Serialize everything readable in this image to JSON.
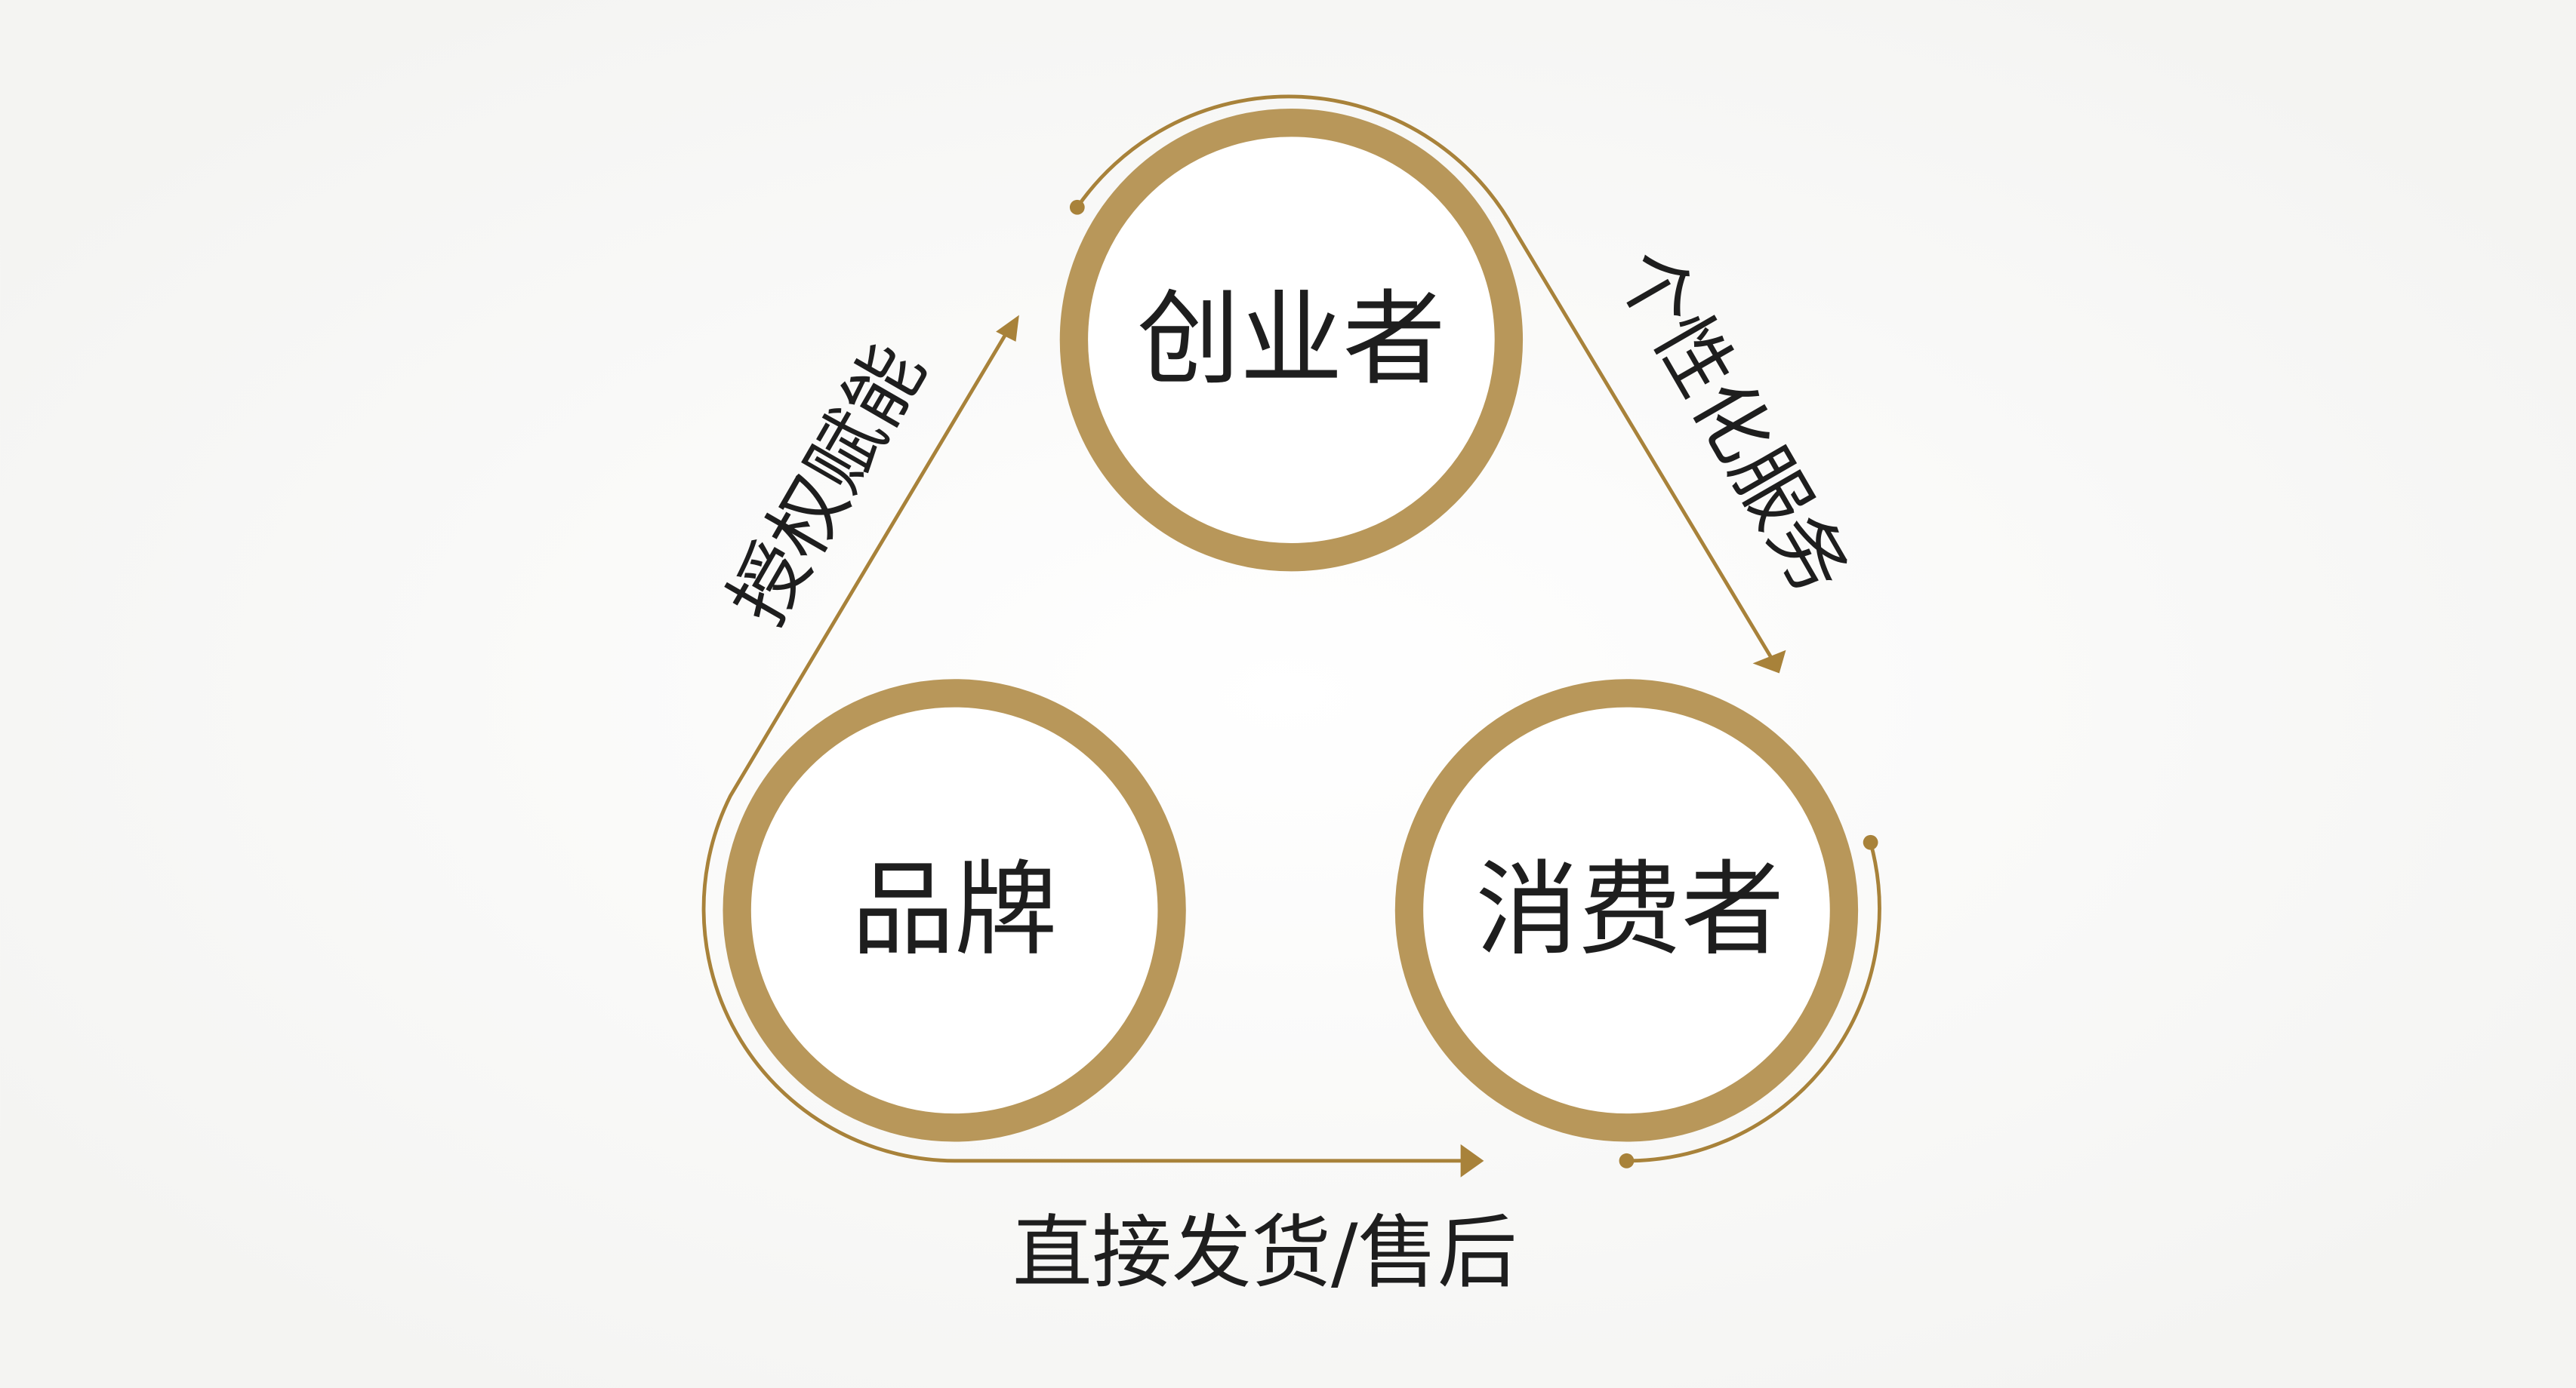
{
  "nodes": {
    "founder": "创业者",
    "brand": "品牌",
    "consumer": "消费者"
  },
  "edges": {
    "brand_to_founder": "授权赋能",
    "founder_to_consumer": "个性化服务",
    "brand_to_consumer": "直接发货/售后"
  },
  "colors": {
    "ring": "#b8975a",
    "line": "#a8823a",
    "text": "#1e1e1e",
    "background": "#f8f8f6"
  }
}
